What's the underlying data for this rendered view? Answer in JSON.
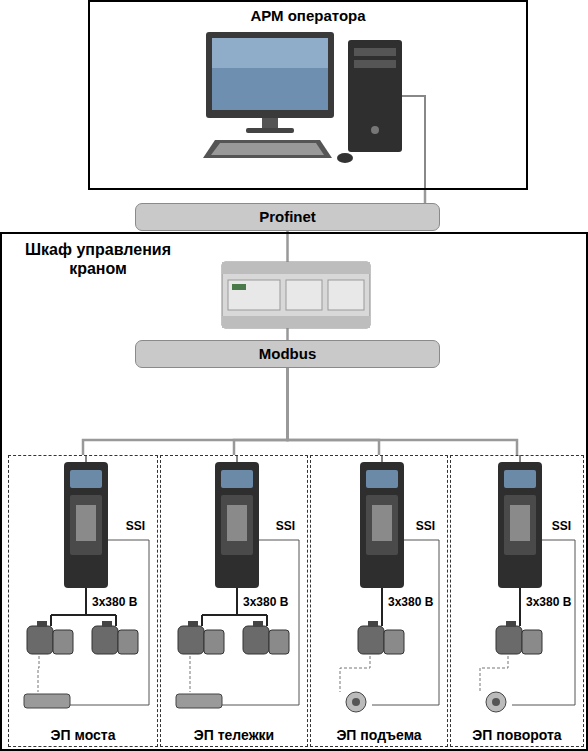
{
  "diagram": {
    "nodes": [
      {
        "text": [
          "АРМ оператора"
        ]
      },
      {
        "text": [
          "Profinet"
        ]
      },
      {
        "text": [
          "Шкаф управления краном"
        ]
      },
      {
        "text": [
          "Modbus"
        ],
        "in": 2
      },
      {
        "text": [
          "ЭП моста"
        ],
        "in": 2
      },
      {
        "text": [
          "ЭП тележки"
        ],
        "in": 2
      },
      {
        "text": [
          "ЭП подъема"
        ],
        "in": 2
      },
      {
        "text": [
          "ЭП поворота"
        ],
        "in": 2
      }
    ],
    "edges": [
      {
        "from": 0,
        "to": 1,
        "arrow": "none"
      },
      {
        "from": 1,
        "to": 3,
        "arrow": "none"
      },
      {
        "from": 3,
        "to": 4,
        "arrow": "none"
      },
      {
        "from": 3,
        "to": 5,
        "arrow": "none"
      },
      {
        "from": 3,
        "to": 6,
        "arrow": "none"
      },
      {
        "from": 3,
        "to": 7,
        "arrow": "none"
      }
    ],
    "labels": [
      "SSI",
      "3х380 В",
      "SSI",
      "3х380 В",
      "SSI",
      "3х380 В",
      "SSI",
      "3х380 В"
    ]
  }
}
